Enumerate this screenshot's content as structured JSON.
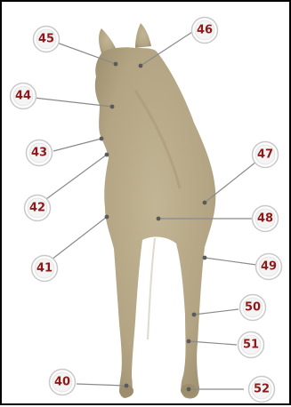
{
  "colors": {
    "horse_body": "#b7a98a",
    "horse_shade": "#a39373",
    "badge_text": "#8b1a1a",
    "leader_line": "#8a8a8a"
  },
  "points": [
    {
      "id": "p45",
      "label": "45"
    },
    {
      "id": "p46",
      "label": "46"
    },
    {
      "id": "p44",
      "label": "44"
    },
    {
      "id": "p43",
      "label": "43"
    },
    {
      "id": "p42",
      "label": "42"
    },
    {
      "id": "p41",
      "label": "41"
    },
    {
      "id": "p47",
      "label": "47"
    },
    {
      "id": "p48",
      "label": "48"
    },
    {
      "id": "p49",
      "label": "49"
    },
    {
      "id": "p50",
      "label": "50"
    },
    {
      "id": "p51",
      "label": "51"
    },
    {
      "id": "p40",
      "label": "40"
    },
    {
      "id": "p52",
      "label": "52"
    }
  ]
}
